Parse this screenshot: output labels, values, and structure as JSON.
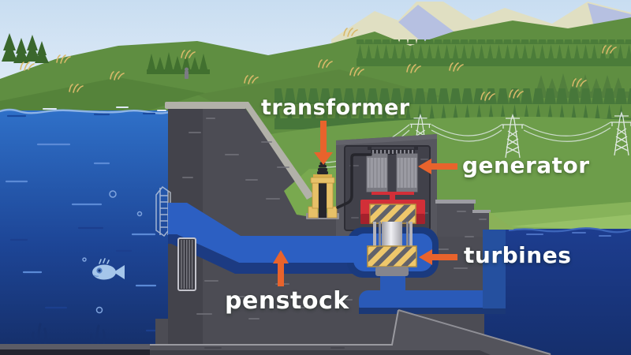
{
  "diagram": {
    "labels": {
      "transformer": "transformer",
      "generator": "generator",
      "turbines": "turbines",
      "penstock": "penstock"
    }
  },
  "colors": {
    "arrow_orange": "#e8632c",
    "label_text": "#ffffff",
    "sky_blue": "#c8ddf1",
    "mountain_cream": "#e0dfc2",
    "mountain_lavender": "#b6c0e1",
    "hill_green": "#618f43",
    "treeline_green": "#47773a",
    "meadow_green": "#6d9d4a",
    "reservoir_blue": "#2f70c8",
    "deep_water_navy": "#1d3d8f",
    "penstock_blue": "#2c5fc2",
    "dam_gray": "#4c4c54",
    "crest_cap_gray": "#b2b1a9",
    "turbine_yellow": "#eec76b",
    "frame_red": "#d22f38",
    "coil_gray": "#9b9ba3"
  },
  "icons": {
    "transformer_arrow": "down-arrow",
    "generator_arrow": "left-arrow",
    "turbines_arrow": "left-arrow",
    "penstock_arrow": "up-arrow",
    "fish": "fish",
    "power_towers": "transmission-tower",
    "ladder": "ladder",
    "intake_grate": "grate"
  }
}
